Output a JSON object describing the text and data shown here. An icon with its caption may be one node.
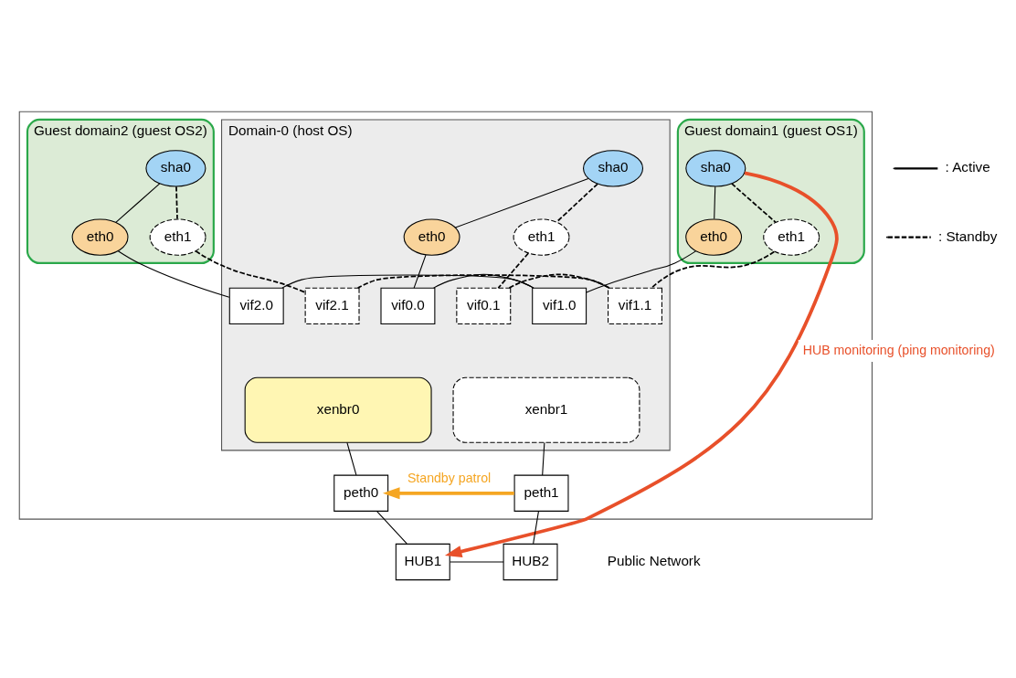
{
  "diagram": {
    "nodes": [
      {
        "text": [],
        "shape": "box"
      },
      {
        "text": [
          "Domain-0 (host OS)"
        ],
        "in": 0
      },
      {
        "text": [
          "Guest domain1 (guest OS1)"
        ],
        "in": 0
      },
      {
        "text": [
          "Guest domain2 (guest OS2)"
        ],
        "in": 0
      },
      {
        "text": [
          "sha0"
        ],
        "in": 1
      },
      {
        "text": [
          "eth0"
        ],
        "in": 1
      },
      {
        "text": [
          "eth1"
        ],
        "in": 1
      },
      {
        "text": [
          "sha0"
        ],
        "in": 2
      },
      {
        "text": [
          "eth0"
        ],
        "in": 2
      },
      {
        "text": [
          "eth1"
        ],
        "in": 2
      },
      {
        "text": [
          "sha0"
        ],
        "in": 3
      },
      {
        "text": [
          "eth0"
        ],
        "in": 3
      },
      {
        "text": [
          "eth1"
        ],
        "in": 3
      },
      {
        "text": [
          "xenbr0"
        ],
        "in": 1
      },
      {
        "text": [
          "vif0.0"
        ],
        "in": 1
      },
      {
        "text": [
          "vif1.0"
        ],
        "in": 1
      },
      {
        "text": [
          "vif2.0"
        ],
        "in": 1
      },
      {
        "text": [
          "xenbr1"
        ],
        "in": 1
      },
      {
        "text": [
          "vif0.1"
        ],
        "in": 1
      },
      {
        "text": [
          "vif1.1"
        ],
        "in": 1
      },
      {
        "text": [
          "vif2.1"
        ],
        "in": 1
      },
      {
        "text": [
          "peth0"
        ],
        "in": 0
      },
      {
        "text": [
          "peth1"
        ],
        "in": 0
      },
      {
        "text": [
          "HUB1"
        ]
      },
      {
        "text": [
          "HUB2"
        ]
      }
    ],
    "edges": [
      {
        "from": 4,
        "to": 5,
        "arrow": "none"
      },
      {
        "from": 4,
        "to": 6,
        "arrow": "none",
        "style": "dashed"
      },
      {
        "from": 7,
        "to": 8,
        "arrow": "none"
      },
      {
        "from": 7,
        "to": 9,
        "arrow": "none",
        "style": "dashed"
      },
      {
        "from": 10,
        "to": 11,
        "arrow": "none"
      },
      {
        "from": 10,
        "to": 12,
        "arrow": "none",
        "style": "dashed"
      },
      {
        "from": 5,
        "to": 14,
        "arrow": "none"
      },
      {
        "from": 6,
        "to": 18,
        "arrow": "none",
        "style": "dashed"
      },
      {
        "from": 8,
        "to": 15,
        "arrow": "none"
      },
      {
        "from": 9,
        "to": 19,
        "arrow": "none",
        "style": "dashed"
      },
      {
        "from": 11,
        "to": 16,
        "arrow": "none"
      },
      {
        "from": 12,
        "to": 20,
        "arrow": "none",
        "style": "dashed"
      },
      {
        "from": 14,
        "to": 15,
        "arrow": "none"
      },
      {
        "from": 15,
        "to": 16,
        "arrow": "none"
      },
      {
        "from": 18,
        "to": 19,
        "arrow": "none",
        "style": "dashed"
      },
      {
        "from": 19,
        "to": 20,
        "arrow": "none",
        "style": "dashed"
      },
      {
        "from": 13,
        "to": 21,
        "arrow": "none"
      },
      {
        "from": 17,
        "to": 22,
        "arrow": "none"
      },
      {
        "from": 21,
        "to": 23,
        "arrow": "none"
      },
      {
        "from": 22,
        "to": 24,
        "arrow": "none"
      },
      {
        "from": 23,
        "to": 24,
        "arrow": "none"
      },
      {
        "from": 7,
        "to": 23,
        "arrow": "to",
        "style": "thick",
        "color": "#e8502a",
        "label": "HUB monitoring (ping monitoring)"
      },
      {
        "from": 22,
        "to": 21,
        "arrow": "to",
        "style": "thick",
        "color": "#f5a623",
        "label": "Standby patrol"
      }
    ],
    "labels": [
      "Public Network"
    ],
    "legend": [
      {
        "text": ": Active"
      },
      {
        "text": ": Standby"
      }
    ]
  }
}
